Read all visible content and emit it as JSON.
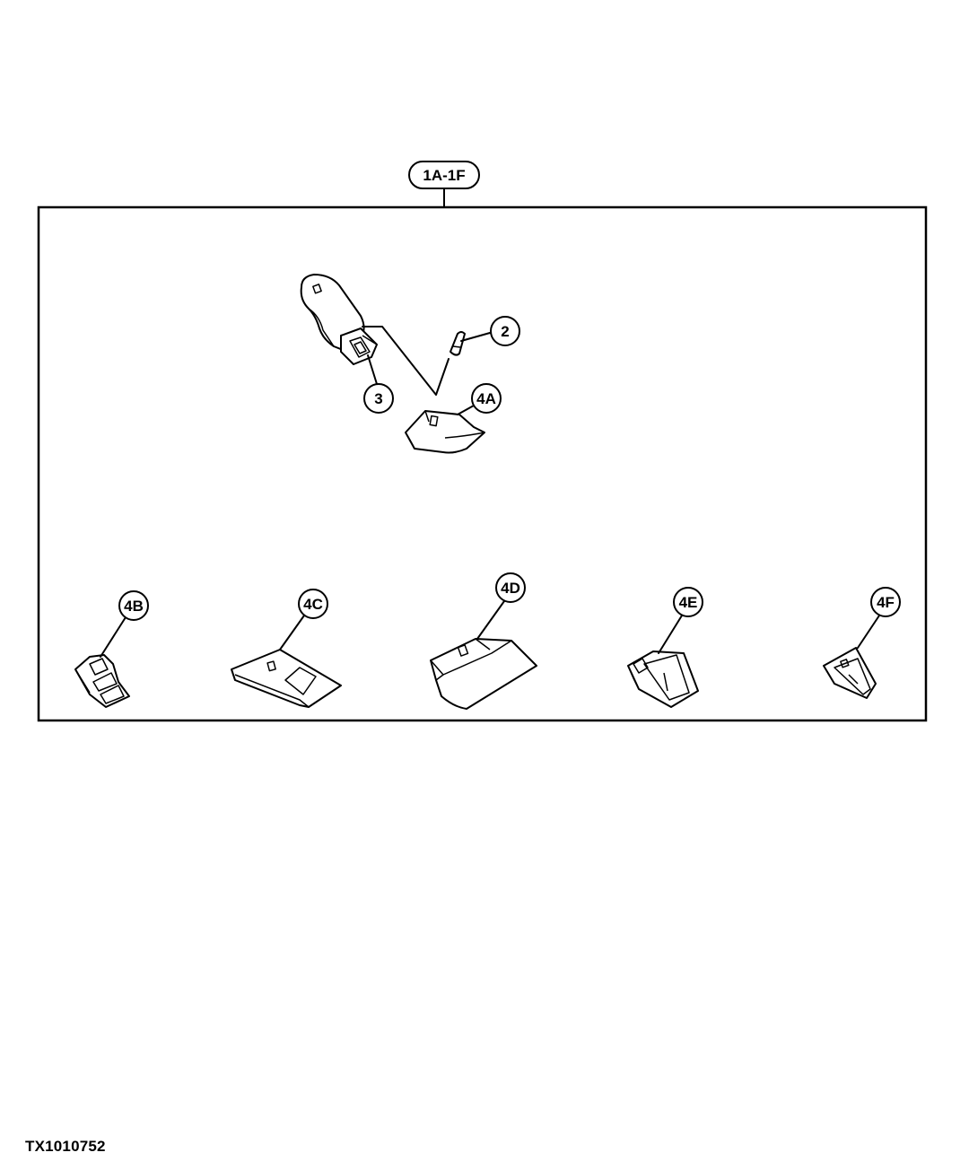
{
  "assembly_callout": "1A-1F",
  "callouts": {
    "c2": "2",
    "c3": "3",
    "c4a": "4A",
    "c4b": "4B",
    "c4c": "4C",
    "c4d": "4D",
    "c4e": "4E",
    "c4f": "4F"
  },
  "figure_ref": "TX1010752"
}
